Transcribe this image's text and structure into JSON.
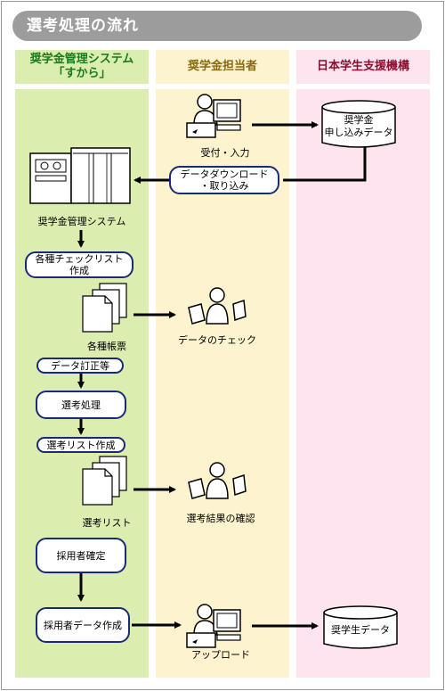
{
  "title": "選考処理の流れ",
  "lanes": {
    "system": {
      "label": "奨学金管理システム「すから」",
      "color": "#dbeeb0",
      "text_color": "#1a7a1a"
    },
    "staff": {
      "label": "奨学金担当者",
      "color": "#fdf3cf",
      "text_color": "#8a6a10"
    },
    "jasso": {
      "label": "日本学生支援機構",
      "color": "#fde4ee",
      "text_color": "#8a1030"
    }
  },
  "nodes": {
    "reception": "受付・入力",
    "application_data": "奨学金\n申し込みデータ",
    "download": "データダウンロード\n・取り込み",
    "system_name": "奨学金管理システム",
    "checklist": "各種チェックリスト\n作成",
    "forms": "各種帳票",
    "data_check": "データのチェック",
    "data_fix": "データ訂正等",
    "selection": "選考処理",
    "selection_list_make": "選考リスト作成",
    "selection_list": "選考リスト",
    "result_confirm": "選考結果の確認",
    "adoption_confirm": "採用者確定",
    "adoption_data_make": "採用者データ作成",
    "upload": "アップロード",
    "scholar_data": "奨学生データ"
  }
}
